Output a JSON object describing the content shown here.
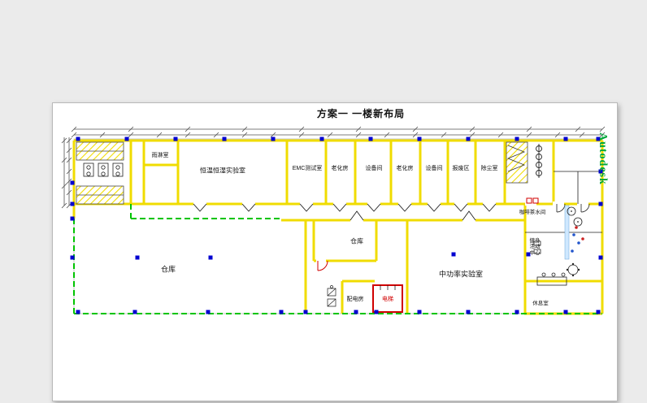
{
  "sheet": {
    "title": "方案一  一楼新布局",
    "watermark": "Autodesk"
  },
  "rooms": {
    "rain": "雨淋室",
    "climate_lab": "恒温恒湿实验室",
    "emc": "EMC测试室",
    "aging1": "老化房",
    "equip1": "设备间",
    "aging2": "老化房",
    "equip2": "设备间",
    "scrap": "报废区",
    "dust": "除尘室",
    "warehouse_mid": "仓库",
    "warehouse_main": "仓库",
    "mid_power_lab": "中功率实验室",
    "power_dist": "配电房",
    "elevator": "电梯",
    "coffee": "咖啡茶水间",
    "fitness": "健身活动中心",
    "lounge": "休息室"
  },
  "colors": {
    "wall": "#f0dc00",
    "column_marker": "#0000d0",
    "boundary_dashed": "#00c400",
    "alert_red": "#d00000",
    "watermark_green": "#00a83c"
  }
}
